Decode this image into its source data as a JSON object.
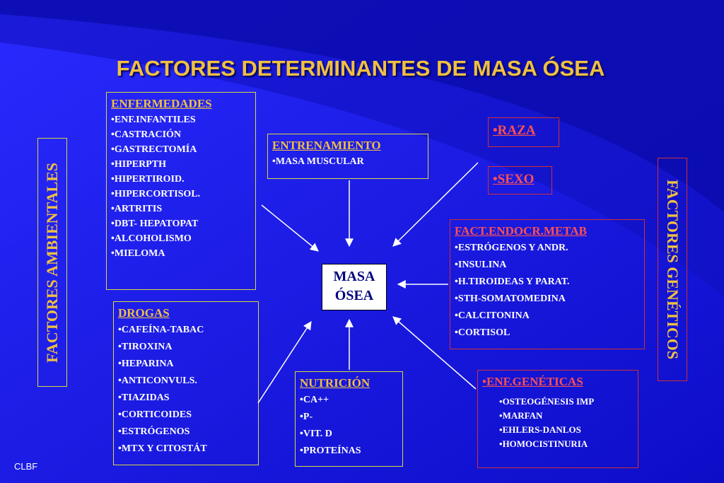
{
  "title": "FACTORES DETERMINANTES DE MASA ÓSEA",
  "center": {
    "line1": "MASA",
    "line2": "ÓSEA"
  },
  "side_left": "FACTORES AMBIENTALES",
  "side_right": "FACTORES GENÉTICOS",
  "enfermedades": {
    "heading": "ENFERMEDADES",
    "items": [
      "ENF.INFANTILES",
      "CASTRACIÓN",
      "GASTRECTOMÍA",
      "HIPERPTH",
      "HIPERTIROID.",
      "HIPERCORTISOL.",
      "ARTRITIS",
      "DBT- HEPATOPAT",
      "ALCOHOLISMO",
      "MIELOMA"
    ]
  },
  "entrenamiento": {
    "heading": "ENTRENAMIENTO",
    "items": [
      "MASA MUSCULAR"
    ]
  },
  "drogas": {
    "heading": "DROGAS",
    "items": [
      "CAFEÍNA-TABAC",
      "TIROXINA",
      "HEPARINA",
      "ANTICONVULS.",
      "TIAZIDAS",
      "CORTICOIDES",
      "ESTRÓGENOS",
      "MTX Y CITOSTÁT"
    ]
  },
  "nutricion": {
    "heading": "NUTRICIÓN",
    "items": [
      "CA++",
      "P-",
      "VIT. D",
      "PROTEÍNAS"
    ]
  },
  "raza": "•RAZA",
  "sexo": "•SEXO",
  "endocr": {
    "heading": "FACT.ENDOCR.METAB",
    "items": [
      "ESTRÓGENOS Y ANDR.",
      "INSULINA",
      "H.TIROIDEAS Y PARAT.",
      "STH-SOMATOMEDINA",
      "CALCITONINA",
      "CORTISOL"
    ]
  },
  "geneticas": {
    "heading": "•ENF.GENÉTICAS",
    "items": [
      "OSTEOGÉNESIS IMP",
      "MARFAN",
      "EHLERS-DANLOS",
      "HOMOCISTINURIA"
    ]
  },
  "footer": "CLBF",
  "colors": {
    "background": "#1414e6",
    "title": "#f0c040",
    "accent_red": "#d03030",
    "accent_yellow": "#d8d840"
  }
}
